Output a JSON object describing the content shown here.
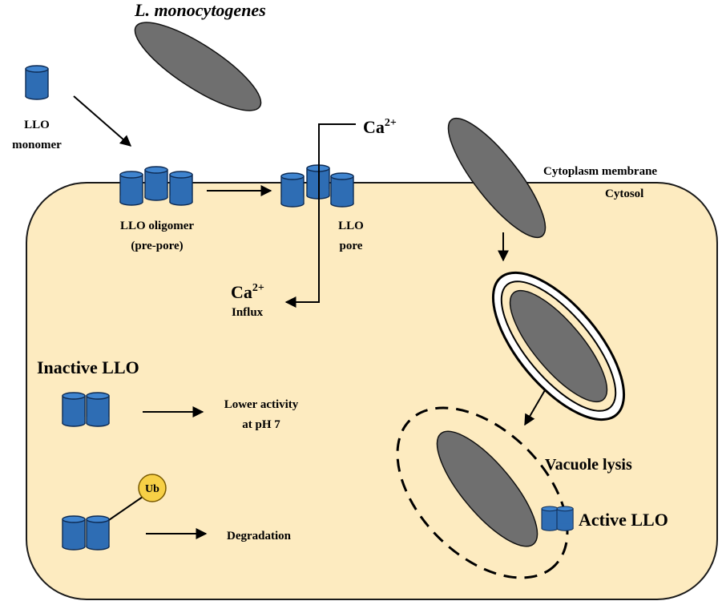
{
  "title": "L. monocytogenes",
  "labels": {
    "llo_monomer_line1": "LLO",
    "llo_monomer_line2": "monomer",
    "llo_oligomer_line1": "LLO oligomer",
    "llo_oligomer_line2": "(pre-pore)",
    "llo_pore_line1": "LLO",
    "llo_pore_line2": "pore",
    "ca_base": "Ca",
    "ca_charge": "2+",
    "influx": "Influx",
    "cytoplasm_membrane": "Cytoplasm membrane",
    "cytosol": "Cytosol",
    "inactive_llo": "Inactive LLO",
    "lower_activity_line1": "Lower activity",
    "lower_activity_line2": "at pH 7",
    "ubiquitin": "Ub",
    "degradation": "Degradation",
    "vacuole_lysis": "Vacuole lysis",
    "active_llo": "Active LLO"
  },
  "colors": {
    "cell_fill": "#fdebc0",
    "cell_stroke": "#1a1a1a",
    "bacterium_fill": "#6f6f6f",
    "llo_fill": "#2e6db4",
    "llo_top": "#3f84cf",
    "ub_fill": "#f7d046"
  }
}
